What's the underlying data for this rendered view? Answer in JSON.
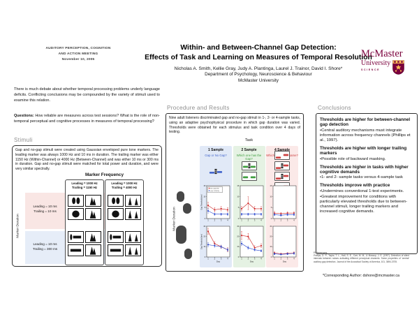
{
  "header": {
    "conference": [
      "AUDITORY PERCEPTION, COGNITION",
      "AND ACTION MEETING",
      "November 10, 2005"
    ],
    "title_line1": "Within- and Between-Channel Gap Detection:",
    "title_line2": "Effects of Task and Learning on Measures of Temporal Resolution",
    "authors": "Nicholas A. Smith, Kellie Gray, Judy A. Plantinga, Laurel J. Trainor, David I. Shore*",
    "affiliation1": "Department of Psychology, Neuroscience & Behaviour",
    "affiliation2": "McMaster University",
    "logo": {
      "name": "McMaster",
      "sub": "University",
      "division": "SCIENCE",
      "maroon": "#7a003c",
      "gold": "#fdbf57"
    }
  },
  "intro": {
    "paragraph": "There is much debate about whether temporal processing problems underly language deficits. Conflicting conclusions may be compounded by the variety of stimuli used to examine this relation.",
    "questions_label": "Questions:",
    "questions_text": " How reliable are measures across test sessions? What is the role of non-temporal perceptual and cognitive processes in measures of temporal processing?"
  },
  "stimuli": {
    "heading": "Stimuli",
    "paragraph": "Gap and no-gap stimuli were created using Gaussian enveloped pure tone markers. The leading marker was always 1000 Hz and 10 ms in duration. The trailing marker was either 1150 Hz (Within-Channel) or 4000 Hz (Between-Channel) and was either 10 ms or 300 ms in duration. Gap and no-gap stimuli were matched for total power and duration, and were very similar spectrally.",
    "diagram": {
      "col_axis_label": "Marker Frequency",
      "row_axis_label": "Marker Duration",
      "columns": [
        {
          "line1": "Leading = 1000 Hz",
          "line2": "Trailing = 1150 Hz"
        },
        {
          "line1": "Leading = 1000 Hz",
          "line2": "Trailing = 4000 Hz"
        }
      ],
      "rows": [
        {
          "line1": "Leading = 10 ms",
          "line2": "Trailing = 10 ms"
        },
        {
          "line1": "Leading = 10 ms",
          "line2": "Trailing = 300 ms"
        }
      ]
    }
  },
  "procedure": {
    "heading": "Procedure and Results",
    "paragraph": "Nine adult listeners discriminated gap and no-gap stimuli in 1-, 2- or 4-sample tasks, using an adaptive psychophysical procedure in which gap duration was varied. Thresholds were obtained for each stimulus and task condition over 4 days of testing.",
    "task_label": "Task",
    "row_axis_label": "Marker Duration",
    "tasks": [
      {
        "label": "1 Sample",
        "question": "Gap or No Gap?",
        "color": "#4466cc",
        "bg": "#e1e9f7"
      },
      {
        "label": "2 Sample",
        "question": "Which one has the Gap?",
        "color": "#3f9e3f",
        "bg": "#e5f2e3"
      },
      {
        "label": "4 Sample",
        "question": "Which pair is the same?",
        "color": "#cc4040",
        "bg": "#fbe9e8"
      }
    ]
  },
  "chart_data": {
    "type": "line",
    "x": [
      1,
      2,
      3,
      4
    ],
    "xlabel": "Day",
    "ylabel": "Gap Threshold (ms)",
    "legend_position": "top-left of first panel",
    "legend": [
      {
        "name": "btw 4,000 Hz",
        "color": "#cc2222"
      },
      {
        "name": "w/in 1,150 Hz",
        "color": "#2442cc"
      }
    ],
    "rows": [
      "Trailing = 10 ms",
      "Trailing = 300 ms"
    ],
    "columns": [
      "1 Sample",
      "2 Sample",
      "4 Sample"
    ],
    "grid": [
      {
        "row": "Trailing = 10 ms",
        "task": "1 Sample",
        "ylim": [
          0,
          15
        ],
        "yticks": [
          0,
          5,
          10,
          15
        ],
        "xlabel": false,
        "ylabel": true,
        "legend": true,
        "series": [
          {
            "name": "btw 4,000 Hz",
            "values": [
              6,
              4,
              4.5,
              4
            ],
            "err": [
              1.5,
              1,
              1,
              1
            ]
          },
          {
            "name": "w/in 1,150 Hz",
            "values": [
              3.5,
              2,
              2,
              2
            ],
            "err": [
              1,
              0.5,
              0.5,
              0.5
            ]
          }
        ]
      },
      {
        "row": "Trailing = 10 ms",
        "task": "2 Sample",
        "ylim": [
          0,
          15
        ],
        "yticks": [
          0,
          5,
          10,
          15
        ],
        "xlabel": false,
        "ylabel": false,
        "legend": false,
        "series": [
          {
            "name": "btw 4,000 Hz",
            "values": [
              4.5,
              7,
              4.5,
              4.5
            ],
            "err": [
              1,
              3,
              1,
              1
            ]
          },
          {
            "name": "w/in 1,150 Hz",
            "values": [
              2,
              2,
              2,
              2
            ],
            "err": [
              0.5,
              0.5,
              0.5,
              0.5
            ]
          }
        ]
      },
      {
        "row": "Trailing = 10 ms",
        "task": "4 Sample",
        "ylim": [
          0,
          15
        ],
        "yticks": [
          0,
          5,
          10,
          15
        ],
        "xlabel": false,
        "ylabel": false,
        "legend": false,
        "series": [
          {
            "name": "btw 4,000 Hz",
            "values": [
              2.5,
              2.2,
              2.5,
              2.5
            ],
            "err": [
              0.8,
              0.6,
              0.6,
              0.6
            ]
          },
          {
            "name": "w/in 1,150 Hz",
            "values": [
              1.8,
              1.5,
              1.8,
              1.8
            ],
            "err": [
              0.5,
              0.4,
              0.5,
              0.5
            ]
          }
        ]
      },
      {
        "row": "Trailing = 300 ms",
        "task": "1 Sample",
        "ylim": [
          0,
          30
        ],
        "yticks": [
          0,
          10,
          20,
          30
        ],
        "xlabel": true,
        "ylabel": true,
        "legend": false,
        "series": [
          {
            "name": "btw 4,000 Hz",
            "values": [
              25,
              13,
              10,
              7
            ],
            "err": [
              3,
              2,
              1.5,
              2
            ]
          },
          {
            "name": "w/in 1,150 Hz",
            "values": [
              12,
              11,
              10,
              7
            ],
            "err": [
              2,
              1.5,
              1.5,
              1.5
            ]
          }
        ]
      },
      {
        "row": "Trailing = 300 ms",
        "task": "2 Sample",
        "ylim": [
          0,
          30
        ],
        "yticks": [
          0,
          10,
          20,
          30
        ],
        "xlabel": true,
        "ylabel": false,
        "legend": false,
        "series": [
          {
            "name": "btw 4,000 Hz",
            "values": [
              21,
              20,
              9,
              11
            ],
            "err": [
              4,
              3,
              2,
              2
            ]
          },
          {
            "name": "w/in 1,150 Hz",
            "values": [
              13,
              9,
              7,
              6
            ],
            "err": [
              2,
              1.5,
              1,
              1
            ]
          }
        ]
      },
      {
        "row": "Trailing = 300 ms",
        "task": "4 Sample",
        "ylim": [
          0,
          30
        ],
        "yticks": [
          0,
          10,
          20,
          30
        ],
        "xlabel": true,
        "ylabel": false,
        "legend": false,
        "series": [
          {
            "name": "btw 4,000 Hz",
            "values": [
              4,
              3,
              3.5,
              4
            ],
            "err": [
              1,
              0.8,
              0.8,
              1
            ]
          },
          {
            "name": "w/in 1,150 Hz",
            "values": [
              3,
              2.5,
              3,
              3.5
            ],
            "err": [
              0.8,
              0.6,
              0.8,
              1
            ]
          }
        ]
      }
    ]
  },
  "conclusions": {
    "heading": "Conclusions",
    "items": [
      {
        "heading": "Thresholds are higher for between-channel gap detection",
        "bullets": [
          "Central auditory mechanisms must integrate information across frequency channels (Phillips et al., 1997)."
        ]
      },
      {
        "heading": "Thresholds are higher with longer trailing markers",
        "bullets": [
          "Possible role of backward masking."
        ]
      },
      {
        "heading": "Thresholds are higher in tasks with higher cognitive demands",
        "bullets": [
          "1- and 2- sample tasks versus 4-sample task"
        ]
      },
      {
        "heading": "Thresholds improve with practice",
        "bullets": [
          "Undermines conventional 1-test experiments.",
          "Greatest improvement for conditions with particularly elevated thresholds due to between-channel stimuli, longer trailing markers and increased cognitive demands."
        ]
      }
    ]
  },
  "footer": {
    "references_label": "References",
    "reference_text": "Phillips, D. P., Taylor, T. L., Hall, S. E., Carr, M. M., & Mossop, J. E. (1997). Detection of silent intervals between noises activating different perceptual channels: Some properties of 'central' auditory gap detection. Journal of the Acoustical Society of America, 101, 3694-3705.",
    "corresponding": "*Corresponding Author: dshore@mcmaster.ca"
  }
}
